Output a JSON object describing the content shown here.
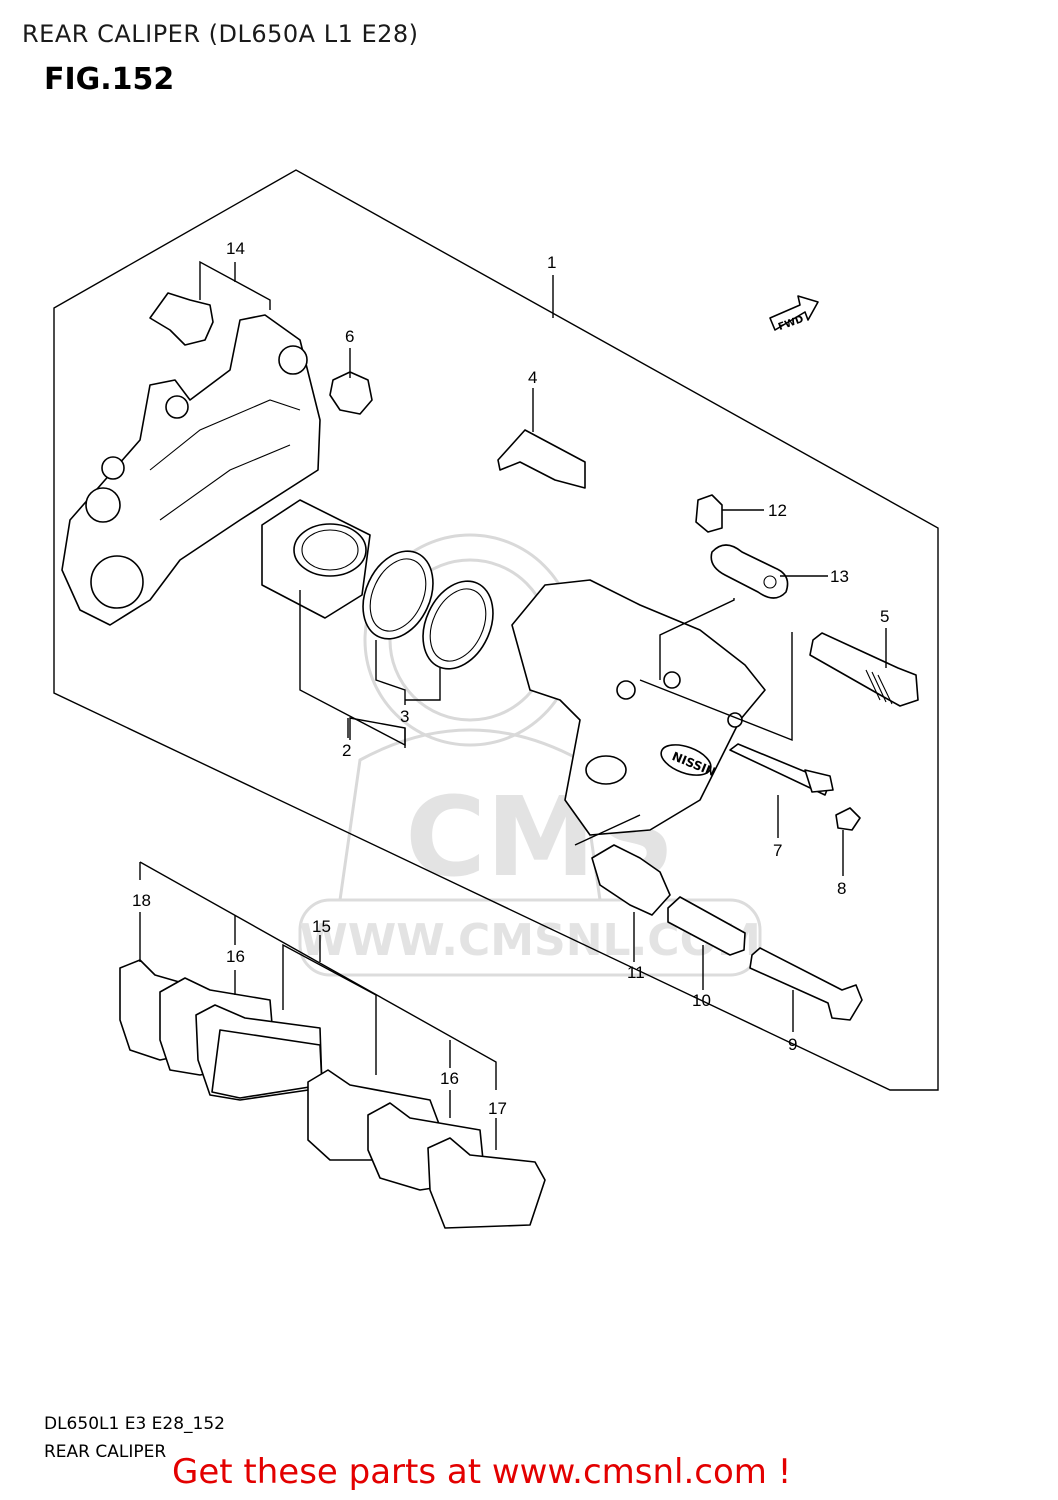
{
  "header": {
    "title": "REAR CALIPER (DL650A L1 E28)",
    "figure": "FIG.152"
  },
  "diagram": {
    "fwd_label": "FWD",
    "watermark_brand": "CMS",
    "watermark_url": "WWW.CMSNL.COM",
    "parts": [
      {
        "no": "1"
      },
      {
        "no": "2"
      },
      {
        "no": "3"
      },
      {
        "no": "4"
      },
      {
        "no": "5"
      },
      {
        "no": "6"
      },
      {
        "no": "7"
      },
      {
        "no": "8"
      },
      {
        "no": "9"
      },
      {
        "no": "10"
      },
      {
        "no": "11"
      },
      {
        "no": "12"
      },
      {
        "no": "13"
      },
      {
        "no": "14"
      },
      {
        "no": "15"
      },
      {
        "no": "16"
      },
      {
        "no": "16"
      },
      {
        "no": "17"
      },
      {
        "no": "18"
      }
    ]
  },
  "footer": {
    "code": "DL650L1 E3 E28_152",
    "name": "REAR CALIPER",
    "cta": "Get these parts at www.cmsnl.com !",
    "cta_color": "#e30000"
  }
}
